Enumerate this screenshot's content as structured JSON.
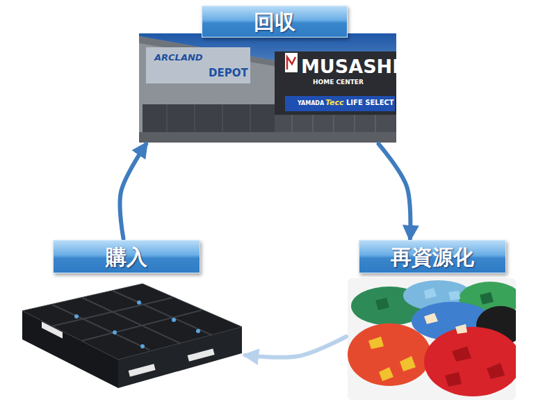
{
  "diagram": {
    "nodes": [
      {
        "text": [
          "回収"
        ]
      },
      {
        "text": [
          "再資源化"
        ]
      },
      {
        "text": [
          "購入"
        ]
      }
    ],
    "edges": [
      {
        "from": 0,
        "to": 1,
        "arrow": "to"
      },
      {
        "from": 1,
        "to": 2,
        "arrow": "to"
      },
      {
        "from": 2,
        "to": 0,
        "arrow": "to"
      }
    ],
    "labels": [
      "ARCLAND",
      "DEPOT",
      "MUSASHI",
      "HOME CENTER",
      "YAMADA",
      "Tecc",
      "LIFE SELECT"
    ]
  }
}
